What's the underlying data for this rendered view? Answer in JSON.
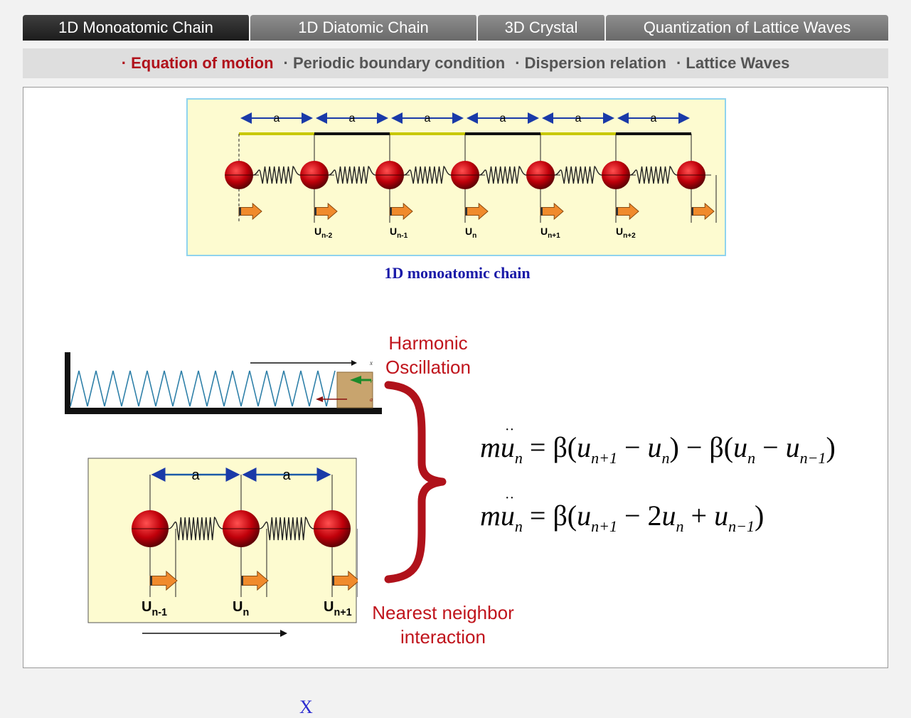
{
  "tabs": [
    {
      "label": "1D Monoatomic Chain",
      "active": true
    },
    {
      "label": "1D Diatomic Chain",
      "active": false
    },
    {
      "label": "3D Crystal",
      "active": false
    },
    {
      "label": "Quantization of Lattice Waves",
      "active": false
    }
  ],
  "subnav": [
    {
      "label": "· Equation of motion",
      "active": true
    },
    {
      "label": "· Periodic boundary condition",
      "active": false
    },
    {
      "label": "· Dispersion relation",
      "active": false
    },
    {
      "label": "· Lattice Waves",
      "active": false
    }
  ],
  "figure_top": {
    "spacing_label": "a",
    "displacements": [
      "n-2",
      "n-1",
      "n",
      "n+1",
      "n+2"
    ],
    "caption": "1D monoatomic chain"
  },
  "figure_bottom": {
    "spacing_label": "a",
    "displacements": [
      "n-1",
      "n",
      "n+1"
    ],
    "axis_label": "X"
  },
  "oscillator": {
    "axis_labels": [
      "x",
      "v",
      "a"
    ]
  },
  "labels": {
    "harmonic": [
      "Harmonic",
      "Oscillation"
    ],
    "nearest": [
      "Nearest neighbor",
      "interaction"
    ]
  },
  "equations": {
    "eq1_lhs": "m",
    "eq1_var": "u",
    "eq1_sub": "n",
    "eq1_rhs": "= β(u",
    "eq2_rhs": "= β(u"
  },
  "colors": {
    "accent": "#b0121b",
    "caption": "#1a1aa8",
    "ball": "#c0000a",
    "box": "#c8a46e"
  }
}
